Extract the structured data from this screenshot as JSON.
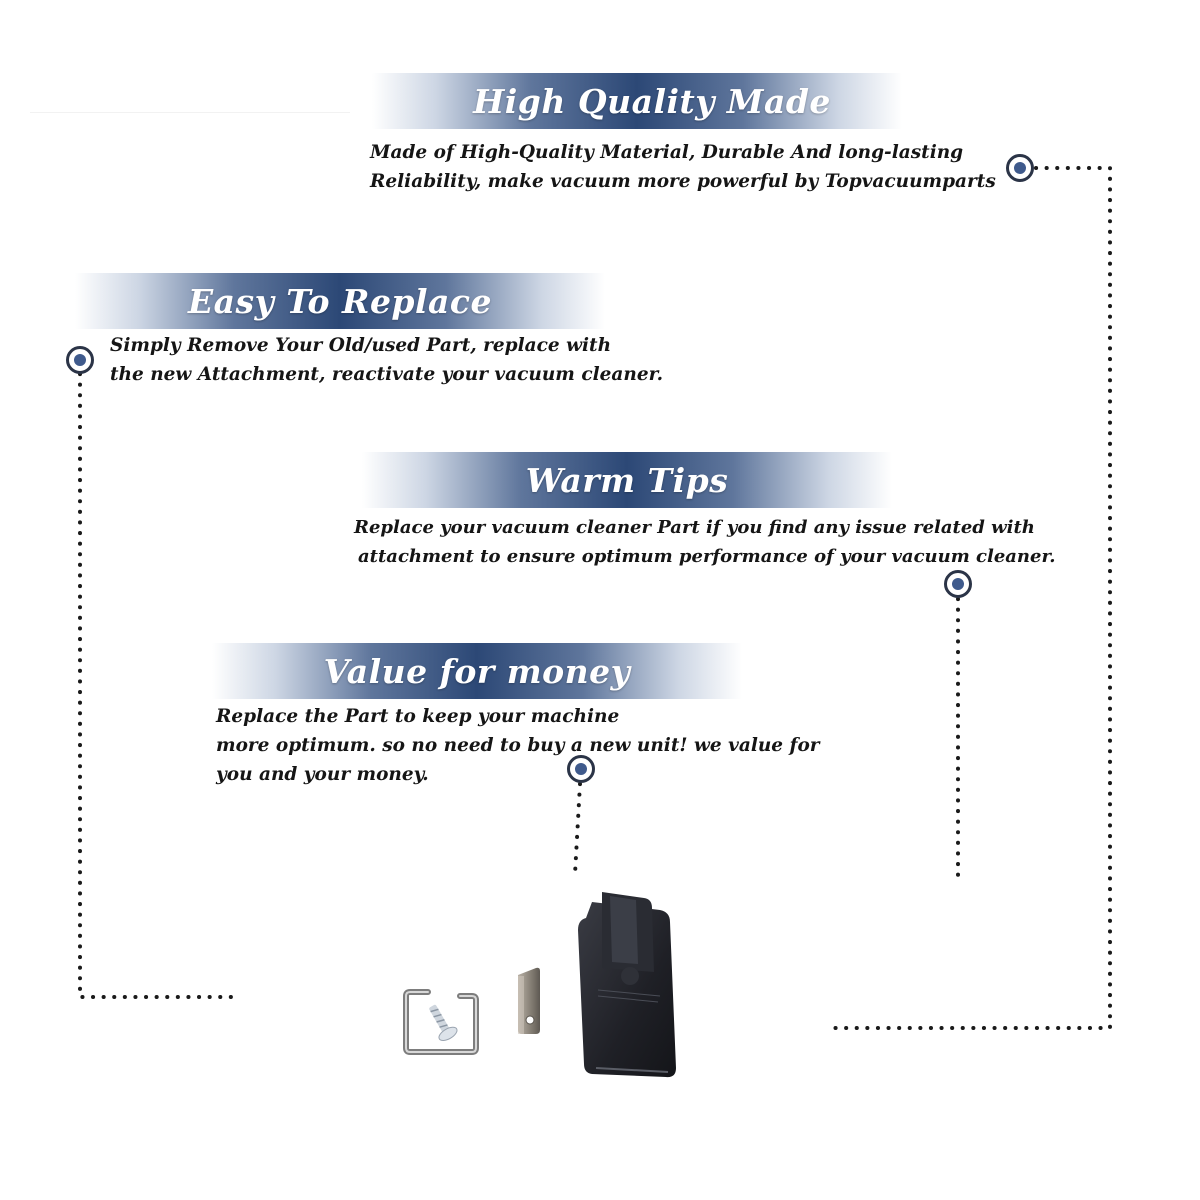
{
  "sections": {
    "high_quality": {
      "title": "High Quality Made",
      "lines": [
        "Made of  High-Quality Material, Durable And long-lasting",
        "Reliability, make vacuum more powerful by Topvacuumparts"
      ]
    },
    "easy_replace": {
      "title": "Easy To Replace",
      "lines": [
        "Simply Remove Your Old/used Part, replace with",
        "the new Attachment, reactivate your vacuum cleaner."
      ]
    },
    "warm_tips": {
      "title": "Warm Tips",
      "lines": [
        "Replace your vacuum cleaner Part if you find any issue related with",
        "attachment to ensure optimum performance of your vacuum cleaner."
      ]
    },
    "value_money": {
      "title": "Value for money",
      "lines": [
        "Replace the Part to keep your machine",
        "more optimum. so no need to buy a new unit! we value for",
        "you and your money."
      ]
    }
  },
  "colors": {
    "banner_navy": "#2c4876",
    "bullet_fill": "#3f5a8c",
    "bullet_ring": "#2b3447",
    "dotted_line": "#1a1a1a",
    "text": "#151515"
  },
  "icons": {
    "bullet": "target-bullet-icon",
    "product": "latch-part-photo"
  }
}
